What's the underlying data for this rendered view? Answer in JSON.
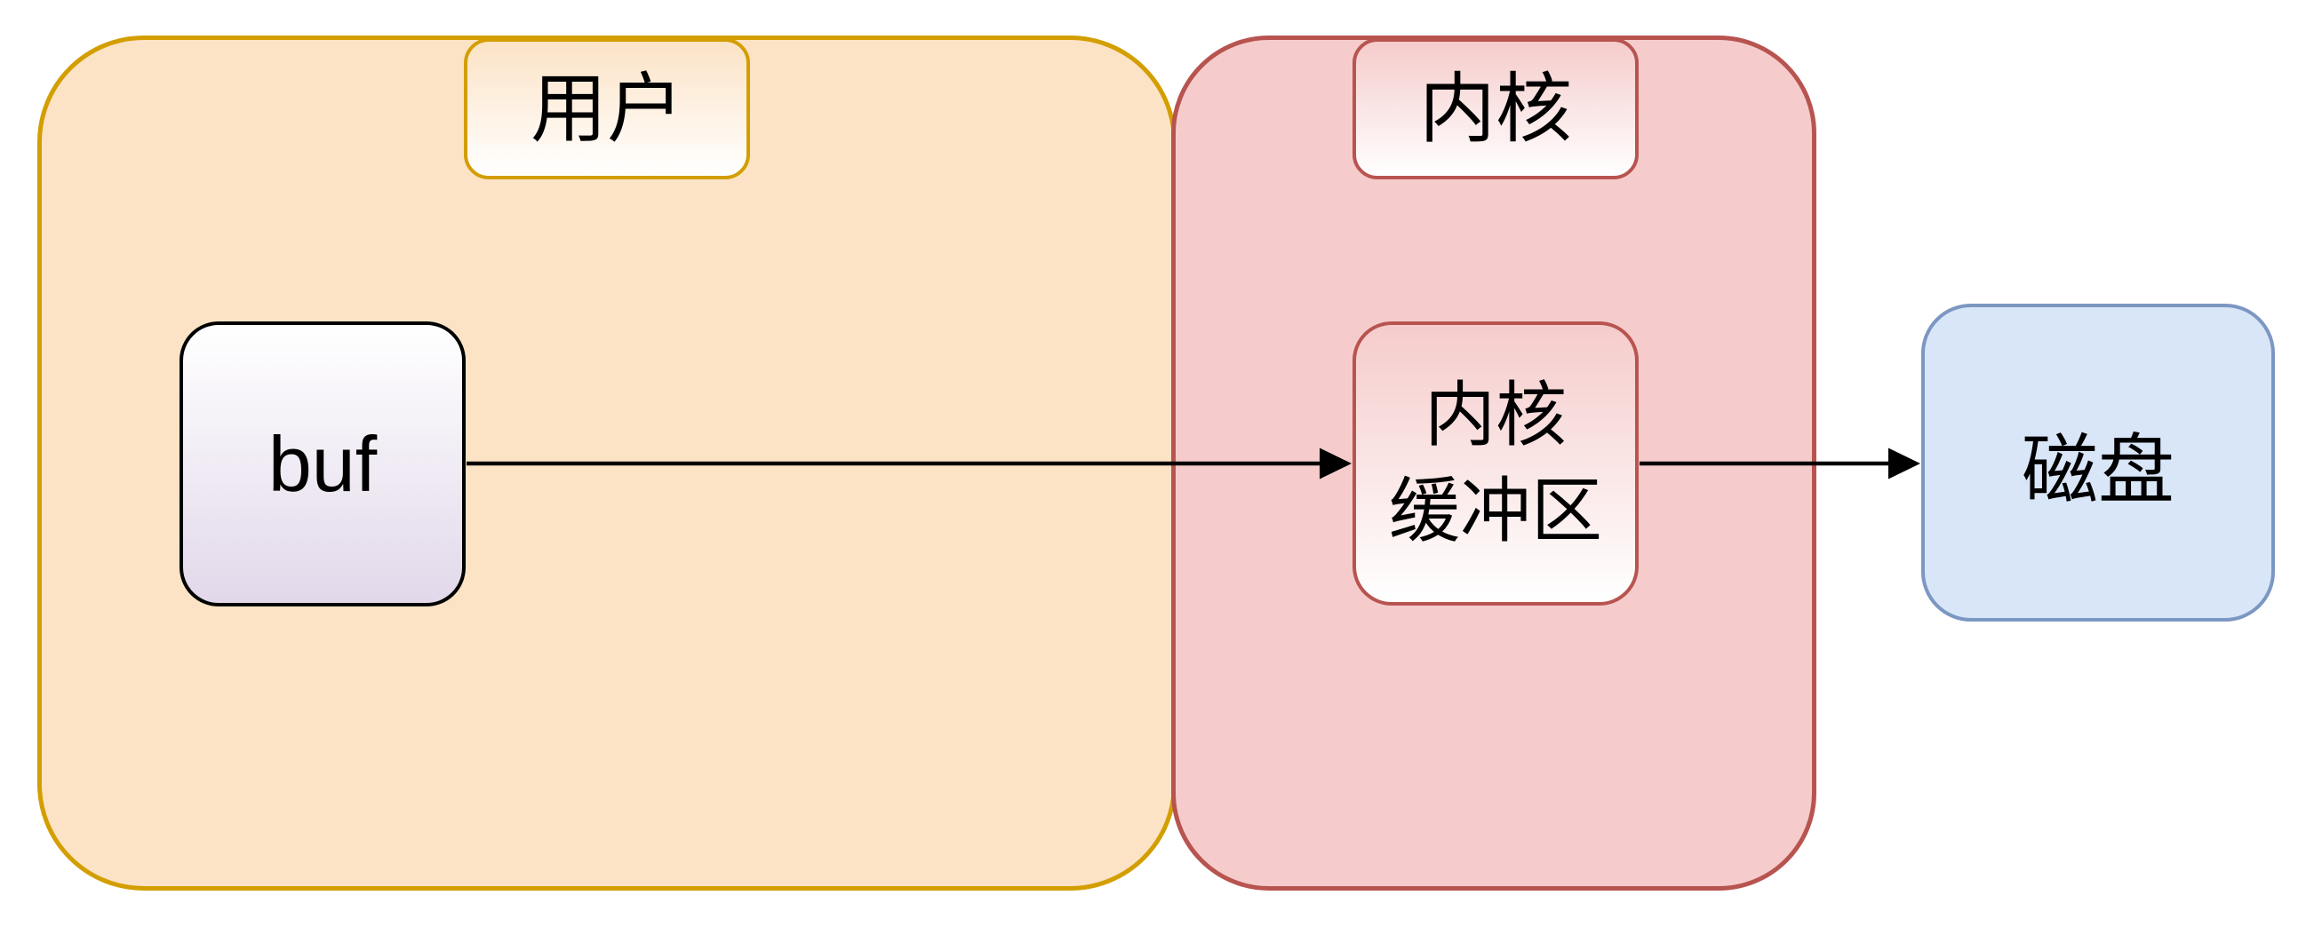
{
  "regions": {
    "user": {
      "label": "用户"
    },
    "kernel": {
      "label": "内核"
    }
  },
  "nodes": {
    "buf": {
      "label": "buf"
    },
    "kernel_buffer": {
      "line1": "内核",
      "line2": "缓冲区"
    },
    "disk": {
      "label": "磁盘"
    }
  },
  "edges": [
    {
      "from": "buf",
      "to": "kernel_buffer"
    },
    {
      "from": "kernel_buffer",
      "to": "disk"
    }
  ],
  "colors": {
    "user_fill": "#FCE3C6",
    "user_stroke": "#D39E00",
    "kernel_fill": "#F5CCCB",
    "kernel_stroke": "#B85450",
    "buf_grad_top": "#FFFFFF",
    "buf_grad_bottom": "#E2D8EA",
    "buf_stroke": "#000000",
    "disk_fill": "#D9E6F8",
    "disk_stroke": "#7B97C2",
    "label_grad_bottom": "#FFFFFF",
    "arrow": "#000000"
  }
}
